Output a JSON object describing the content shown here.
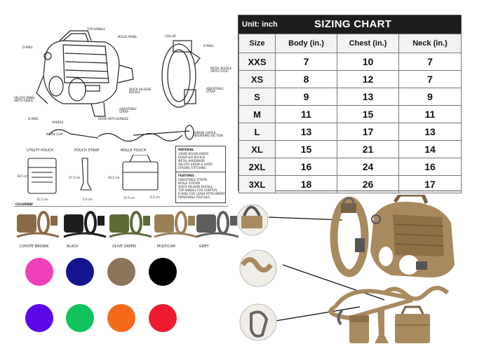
{
  "diagram": {
    "harness_labels": {
      "top_handle": "TOP HANDLE",
      "molle_panel": "MOLLE PANEL",
      "d_ring_left": "D-RING",
      "velcro_panel": "VELCRO PANEL\n(BOTH SIDES)",
      "quick_release": "QUICK RELEASE\nBUCKLE",
      "adjustable_strap": "ADJUSTABLE\nSTRAP",
      "d_ring_bottom": "D-RING",
      "handle": "HANDLE"
    },
    "collar_labels": {
      "collar": "COLLAR",
      "d_ring": "D-RING",
      "metal_buckle": "METAL BUCKLE\n(WITH LOCK)",
      "adjustable_strap": "ADJUSTABLE\nSTRAP"
    },
    "leash_labels": {
      "leash": "LEASH WITH BUNGEE",
      "metal_clip": "METAL CLIP",
      "bungee": "BUNGEE SHOCK\nABSORBING SECTION"
    },
    "pouch_captions": {
      "utility": "UTILITY POUCH",
      "strap": "POUCH STRAP",
      "molle": "MOLLE POUCH"
    },
    "dimensions": {
      "d1": "16.5 cm",
      "d2": "11.5 cm",
      "d3": "17.5 cm",
      "d4": "5.6 cm",
      "d5": "20.5 cm",
      "d6": "17.5 cm",
      "d7": "6.5 cm"
    },
    "material_title": "MATERIAL",
    "material_items": [
      "1000D NYLON FABRIC",
      "DURAFLEX BUCKLE",
      "METAL HARDWARE",
      "VELCRO (HOOK & LOOP)",
      "STRONG STITCHING"
    ],
    "features_title": "FEATURES",
    "features_items": [
      "ADJUSTABLE STRAPS",
      "MOLLE SYSTEM",
      "QUICK RELEASE BUCKLE",
      "TOP HANDLE FOR CONTROL",
      "D-RING FOR LEASH ATTACHMENT",
      "REMOVABLE POUCHES"
    ],
    "colorway_title": "COLORWAY",
    "colorways": [
      {
        "name": "COYOTE BROWN",
        "color": "#8a6a45"
      },
      {
        "name": "BLACK",
        "color": "#1e1e1e"
      },
      {
        "name": "OLIVE GREEN",
        "color": "#5d6b38"
      },
      {
        "name": "MULTICAM",
        "color": "#9a8057"
      },
      {
        "name": "GREY",
        "color": "#5e5e5e"
      }
    ]
  },
  "color_dots": [
    "#f040b8",
    "#131390",
    "#8b7459",
    "#000000",
    "#5a08e8",
    "#10c35a",
    "#f46a1a",
    "#ee1c2e"
  ],
  "sizing_chart": {
    "unit": "Unit: inch",
    "title": "SIZING CHART",
    "headers": [
      "Size",
      "Body (in.)",
      "Chest (in.)",
      "Neck (in.)"
    ],
    "rows": [
      [
        "XXS",
        "7",
        "10",
        "7"
      ],
      [
        "XS",
        "8",
        "12",
        "7"
      ],
      [
        "S",
        "9",
        "13",
        "9"
      ],
      [
        "M",
        "11",
        "15",
        "11"
      ],
      [
        "L",
        "13",
        "17",
        "13"
      ],
      [
        "XL",
        "15",
        "21",
        "14"
      ],
      [
        "2XL",
        "16",
        "24",
        "16"
      ],
      [
        "3XL",
        "18",
        "26",
        "17"
      ]
    ]
  },
  "colors": {
    "tan": "#a88a5e",
    "tan_dark": "#7a6040",
    "chart_header": "#1e1e1e"
  }
}
